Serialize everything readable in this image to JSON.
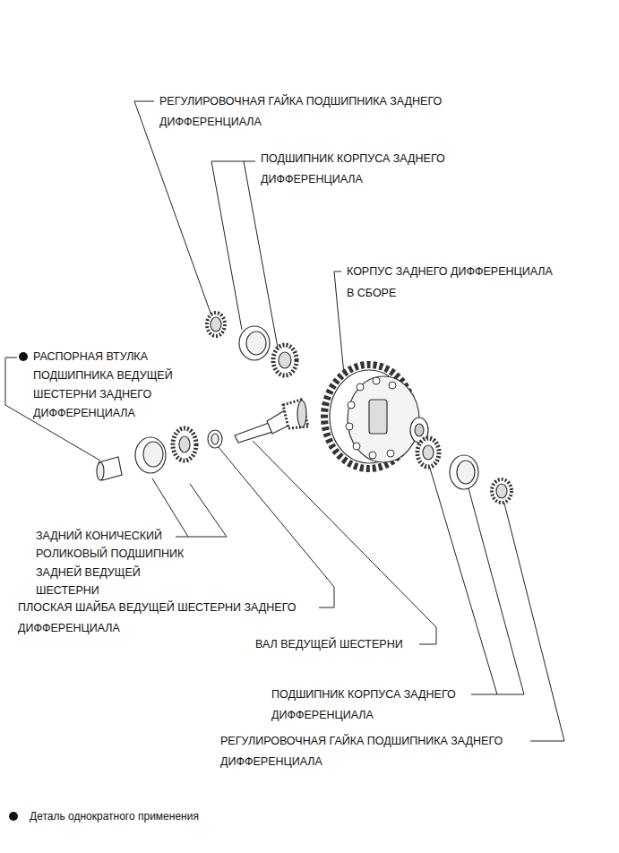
{
  "diagram": {
    "labels": [
      "РЕГУЛИРОВОЧНАЯ ГАЙКА ПОДШИПНИКА ЗАДНЕГО ДИФФЕРЕНЦИАЛА",
      "ПОДШИПНИК КОРПУСА ЗАДНЕГО ДИФФЕРЕНЦИАЛА",
      "КОРПУС ЗАДНЕГО ДИФФЕРЕНЦИАЛА В СБОРЕ",
      "РАСПОРНАЯ ВТУЛКА ПОДШИПНИКА ВЕДУЩЕЙ ШЕСТЕРНИ ЗАДНЕГО ДИФФЕРЕНЦИАЛА",
      "ЗАДНИЙ КОНИЧЕСКИЙ РОЛИКОВЫЙ ПОДШИПНИК ЗАДНЕЙ ВЕДУЩЕЙ ШЕСТЕРНИ",
      "ПЛОСКАЯ ШАЙБА ВЕДУЩЕЙ ШЕСТЕРНИ ЗАДНЕГО ДИФФЕРЕНЦИАЛА",
      "ВАЛ ВЕДУЩЕЙ ШЕСТЕРНИ",
      "ПОДШИПНИК КОРПУСА ЗАДНЕГО ДИФФЕРЕНЦИАЛА",
      "РЕГУЛИРОВОЧНАЯ ГАЙКА ПОДШИПНИКА ЗАДНЕГО ДИФФЕРЕНЦИАЛА"
    ],
    "legend": [
      {
        "text": "Деталь однократного применения"
      }
    ]
  }
}
